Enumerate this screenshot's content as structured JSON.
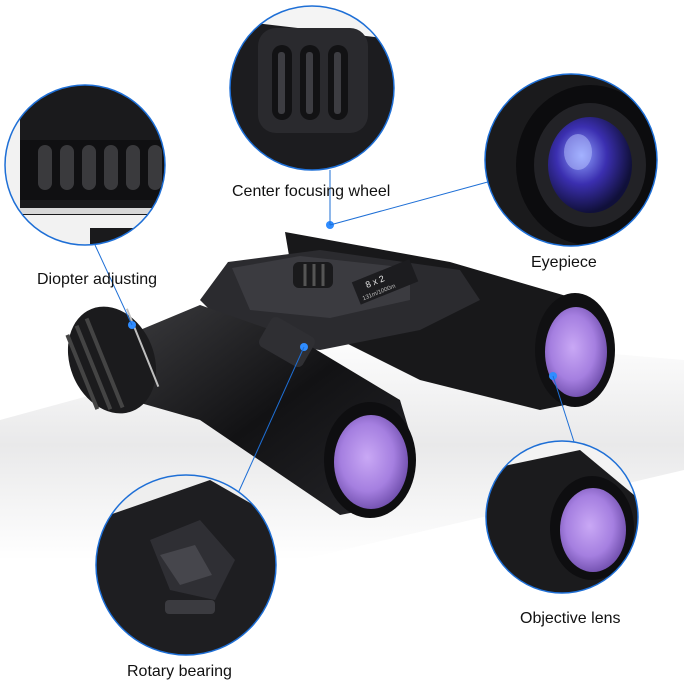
{
  "callouts": {
    "center_focusing_wheel": "Center focusing wheel",
    "eyepiece": "Eyepiece",
    "diopter_adjusting": "Diopter adjusting",
    "objective_lens": "Objective lens",
    "rotary_bearing": "Rotary bearing"
  },
  "product": {
    "spec_text": "8 x 2",
    "spec_subtext": "131m/1000m"
  },
  "colors": {
    "callout_ring": "#1e6fd6",
    "body": "#1b1b1d",
    "lens_coating": "#a57fe0"
  }
}
